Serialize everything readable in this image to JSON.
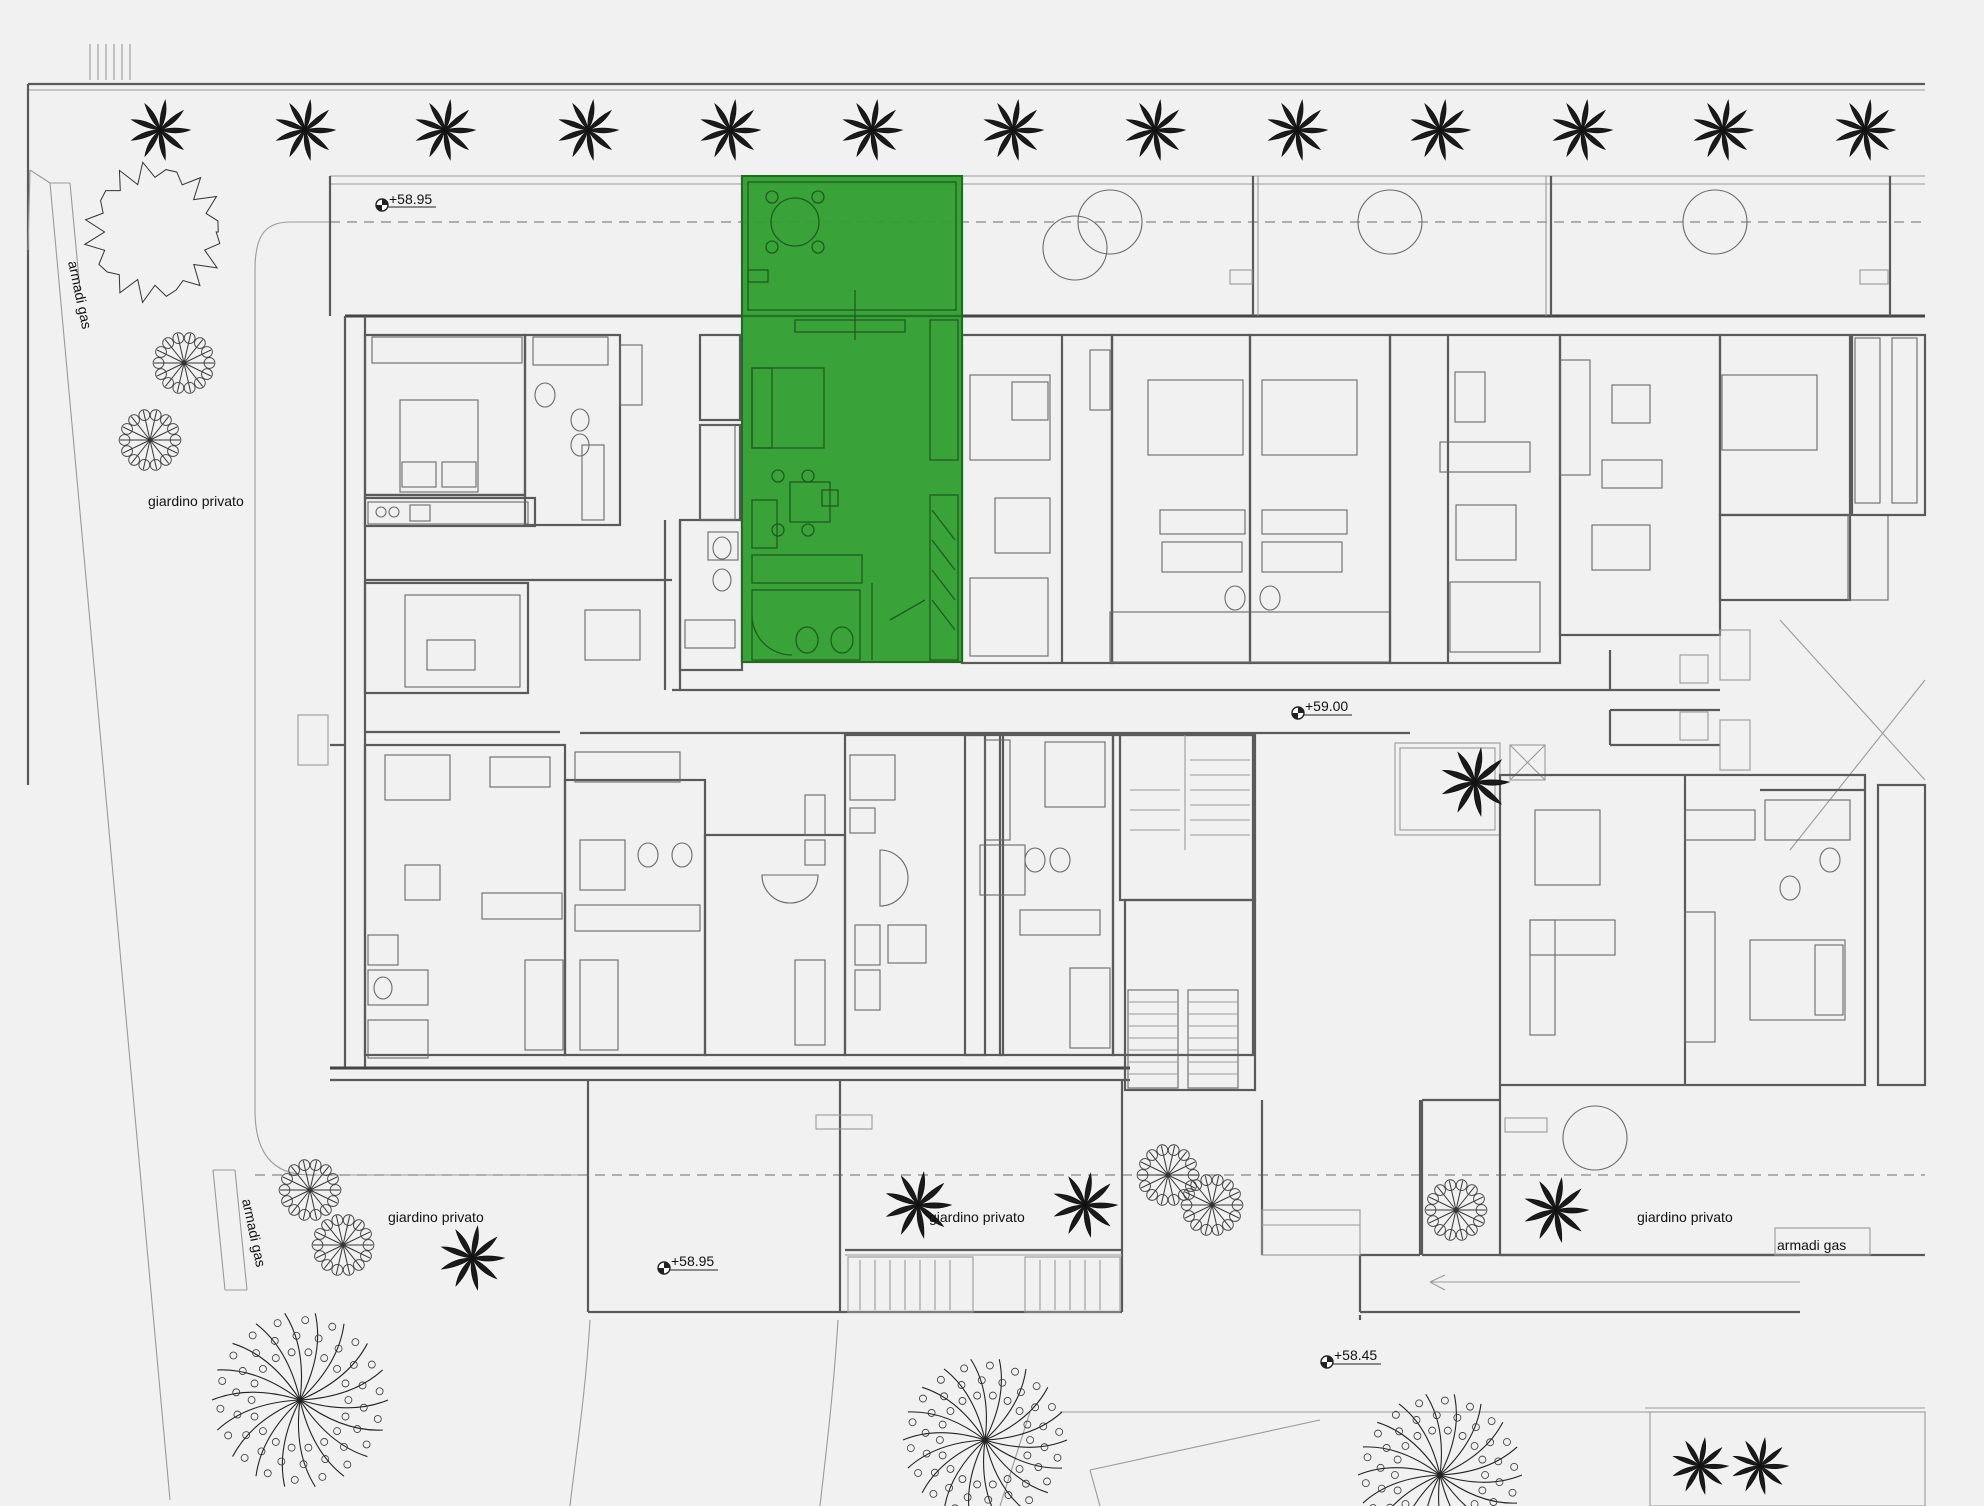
{
  "labels": {
    "armadi_gas_left_top": "armadi gas",
    "giardino_privato_nw": "giardino privato",
    "armadi_gas_left_bottom": "armadi gas",
    "giardino_privato_sw": "giardino privato",
    "giardino_privato_s": "giardino privato",
    "giardino_privato_se": "giardino privato",
    "armadi_gas_right": "armadi gas"
  },
  "levels": {
    "north_garden": "+58.95",
    "corridor": "+59.00",
    "south_garden": "+58.95",
    "street": "+58.45"
  },
  "highlight": {
    "unit": "selected apartment",
    "color": "#2e9e2e"
  }
}
